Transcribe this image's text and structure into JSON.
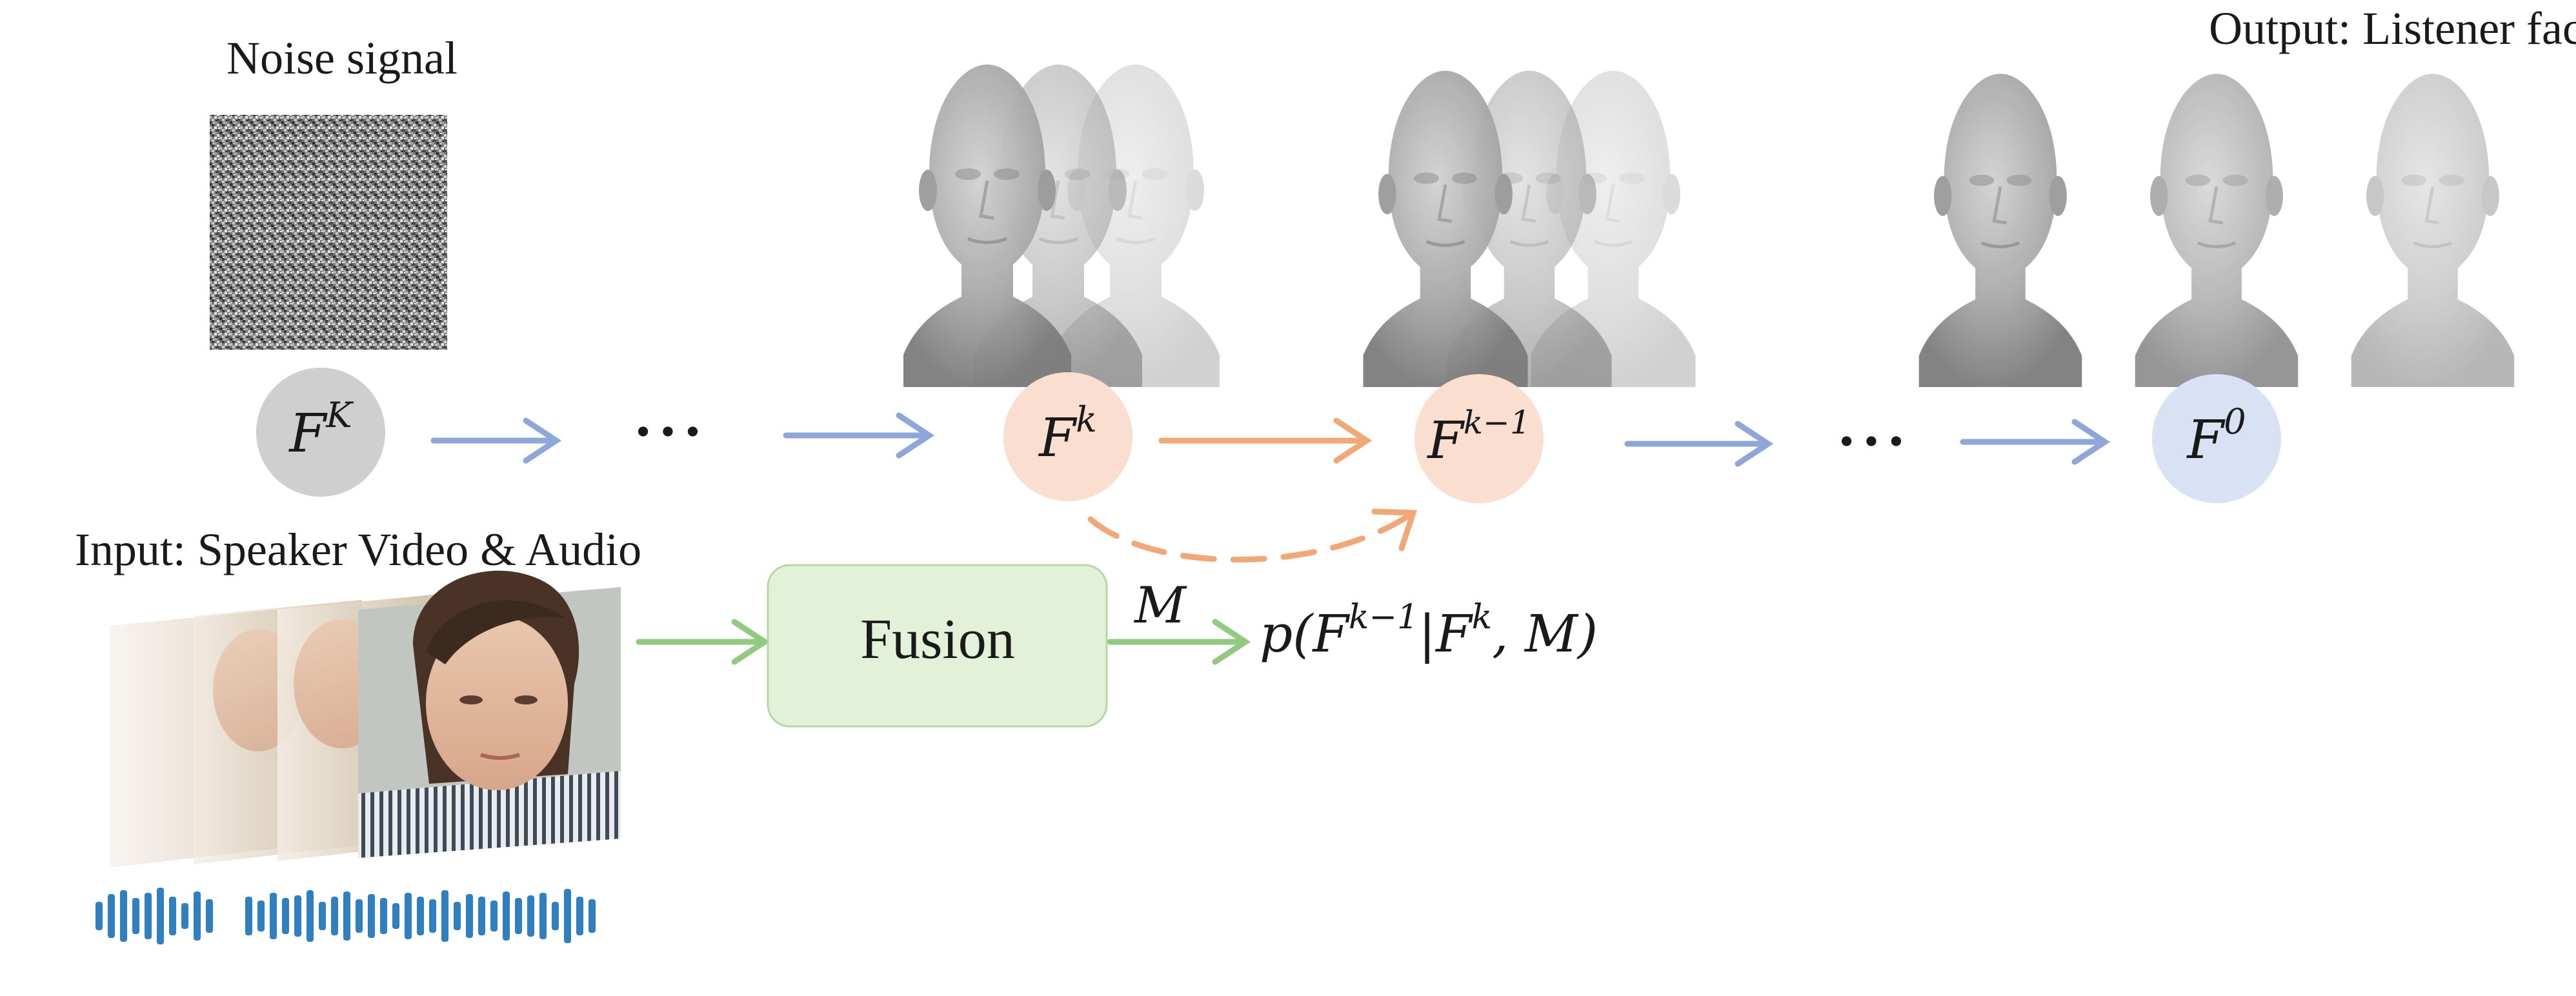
{
  "labels": {
    "noise": "Noise signal",
    "output": "Output: Listener facial motion",
    "input": "Input: Speaker Video & Audio",
    "fusion": "Fusion",
    "m": "M",
    "dots": "• • •"
  },
  "nodes": {
    "fK": {
      "base": "F",
      "sup": "K"
    },
    "fk": {
      "base": "F",
      "sup": "k"
    },
    "fk1": {
      "base": "F",
      "sup": "k−1"
    },
    "f0": {
      "base": "F",
      "sup": "0"
    }
  },
  "formula": {
    "p": "p(",
    "F": "F",
    "sup1": "k−1",
    "bar": "|",
    "F2": "F",
    "sup2": "k",
    "tail": ", M)"
  },
  "colors": {
    "blue_arrow": "#8fa6d9",
    "orange_arrow": "#f0a878",
    "green_arrow": "#93c983",
    "gray_node": "#cfcfcf",
    "orange_node": "#fadfd0",
    "blue_node": "#d9e2f4",
    "fusion_fill": "#e2f1d8",
    "fusion_stroke": "#b7d6a6",
    "waveform": "#2f7fc1"
  }
}
